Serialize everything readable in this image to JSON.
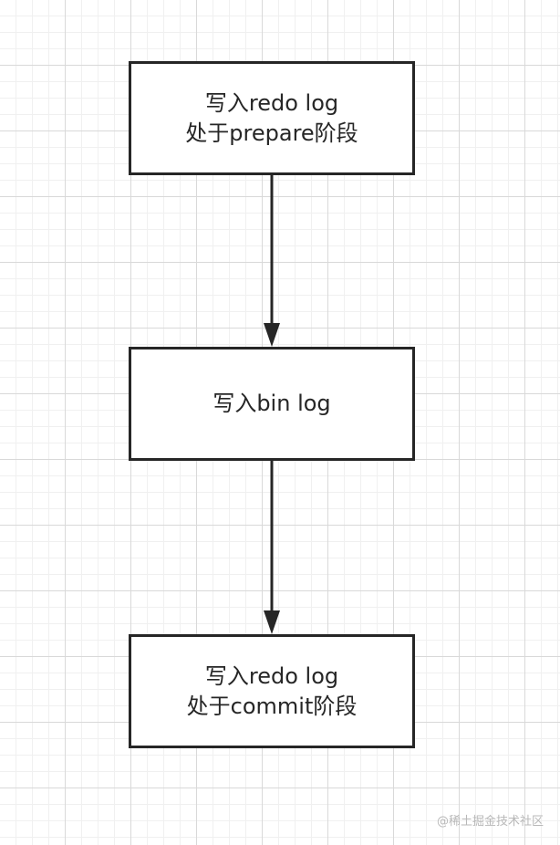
{
  "diagram": {
    "nodes": [
      {
        "id": "n1",
        "lines": [
          "写入redo log",
          "处于prepare阶段"
        ]
      },
      {
        "id": "n2",
        "lines": [
          "写入bin log"
        ]
      },
      {
        "id": "n3",
        "lines": [
          "写入redo log",
          "处于commit阶段"
        ]
      }
    ],
    "edges": [
      {
        "from": "n1",
        "to": "n2"
      },
      {
        "from": "n2",
        "to": "n3"
      }
    ],
    "colors": {
      "stroke": "#262626",
      "grid": "#d9d9d9",
      "background": "#ffffff"
    }
  },
  "watermark": "@稀土掘金技术社区"
}
